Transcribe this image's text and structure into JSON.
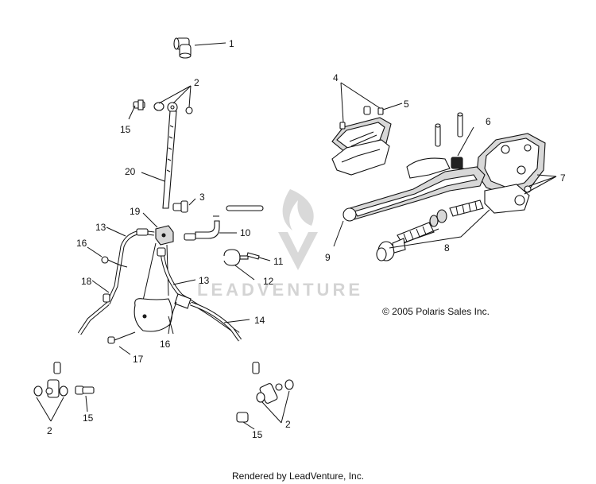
{
  "diagram": {
    "part_labels": [
      "1",
      "2",
      "3",
      "4",
      "5",
      "6",
      "7",
      "8",
      "9",
      "10",
      "11",
      "12",
      "13",
      "13",
      "14",
      "15",
      "15",
      "15",
      "16",
      "16",
      "17",
      "18",
      "19",
      "20",
      "2",
      "2"
    ],
    "copyright": "© 2005 Polaris Sales Inc.",
    "watermark": "LEADVENTURE",
    "footer": "Rendered by LeadVenture, Inc."
  }
}
